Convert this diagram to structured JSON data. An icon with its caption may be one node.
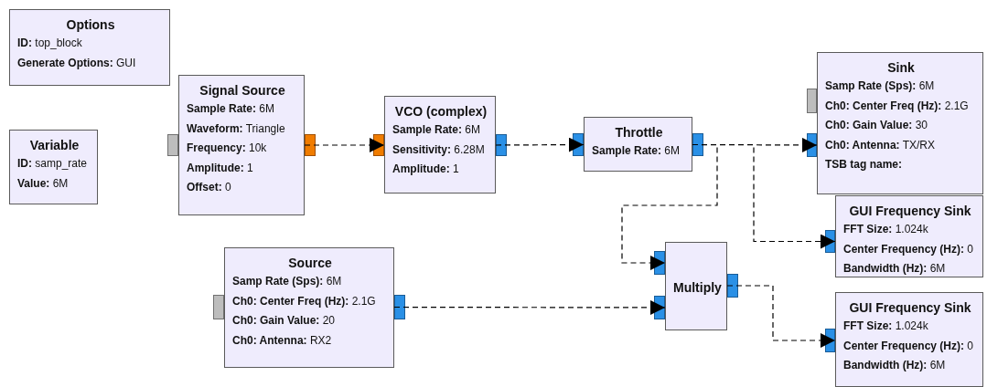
{
  "diagram": {
    "nodes": [
      {
        "text": [
          "Options",
          "**ID:** top_block",
          "**Generate Options:** GUI"
        ]
      },
      {
        "text": [
          "Variable",
          "**ID:** samp_rate",
          "**Value:** 6M"
        ]
      },
      {
        "text": [
          "Signal Source",
          "**Sample Rate:** 6M",
          "**Waveform:** Triangle",
          "**Frequency:** 10k",
          "**Amplitude:** 1",
          "**Offset:** 0"
        ]
      },
      {
        "text": [
          "VCO (complex)",
          "**Sample Rate:** 6M",
          "**Sensitivity:** 6.28M",
          "**Amplitude:** 1"
        ]
      },
      {
        "text": [
          "Throttle",
          "**Sample Rate:** 6M"
        ]
      },
      {
        "text": [
          "Sink",
          "**Samp Rate (Sps):** 6M",
          "**Ch0: Center Freq (Hz):** 2.1G",
          "**Ch0: Gain Value:** 30",
          "**Ch0: Antenna:** TX/RX",
          "**TSB tag name:**"
        ]
      },
      {
        "text": [
          "GUI Frequency Sink",
          "**FFT Size:** 1.024k",
          "**Center Frequency (Hz):** 0",
          "**Bandwidth (Hz):** 6M"
        ]
      },
      {
        "text": [
          "Source",
          "**Samp Rate (Sps):** 6M",
          "**Ch0: Center Freq (Hz):** 2.1G",
          "**Ch0: Gain Value:** 20",
          "**Ch0: Antenna:** RX2"
        ]
      },
      {
        "text": [
          "Multiply"
        ]
      },
      {
        "text": [
          "GUI Frequency Sink",
          "**FFT Size:** 1.024k",
          "**Center Frequency (Hz):** 0",
          "**Bandwidth (Hz):** 6M"
        ]
      }
    ],
    "edges": [
      {
        "from": 2,
        "to": 3,
        "arrow": "to"
      },
      {
        "from": 3,
        "to": 4,
        "arrow": "to"
      },
      {
        "from": 4,
        "to": 5,
        "arrow": "to"
      },
      {
        "from": 4,
        "to": 6,
        "arrow": "to"
      },
      {
        "from": 4,
        "to": 8,
        "arrow": "to"
      },
      {
        "from": 7,
        "to": 8,
        "arrow": "to"
      },
      {
        "from": 8,
        "to": 9,
        "arrow": "to"
      }
    ]
  }
}
